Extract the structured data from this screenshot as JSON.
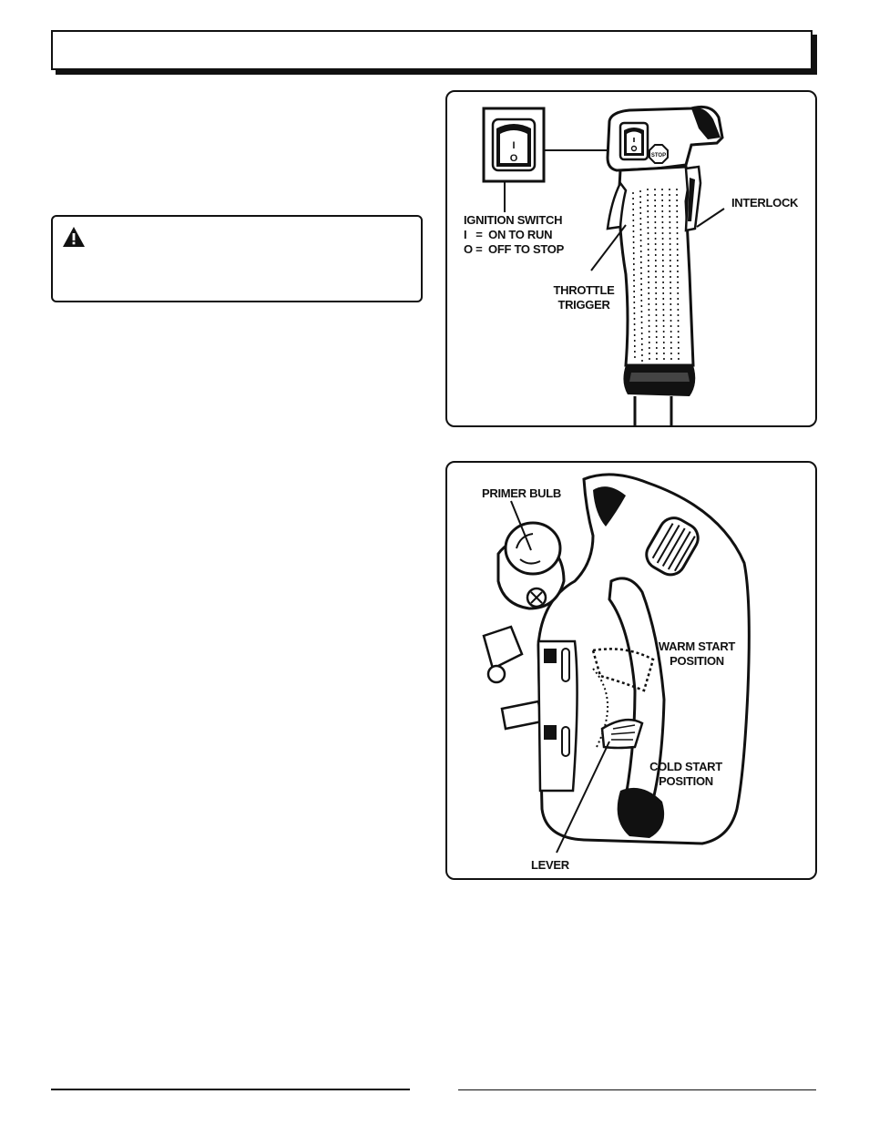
{
  "figure1": {
    "callouts": {
      "ignition_title": "IGNITION SWITCH",
      "ignition_on": "I   =  ON TO RUN",
      "ignition_off": "O =  OFF TO STOP",
      "interlock": "INTERLOCK",
      "throttle_line1": "THROTTLE",
      "throttle_line2": "TRIGGER"
    },
    "switch_marks": {
      "on": "I",
      "off": "O"
    },
    "stop_badge": "STOP"
  },
  "figure2": {
    "callouts": {
      "primer_bulb": "PRIMER BULB",
      "warm_line1": "WARM START",
      "warm_line2": "POSITION",
      "cold_line1": "COLD START",
      "cold_line2": "POSITION",
      "lever": "LEVER"
    }
  },
  "icons": [
    "warning-icon"
  ]
}
